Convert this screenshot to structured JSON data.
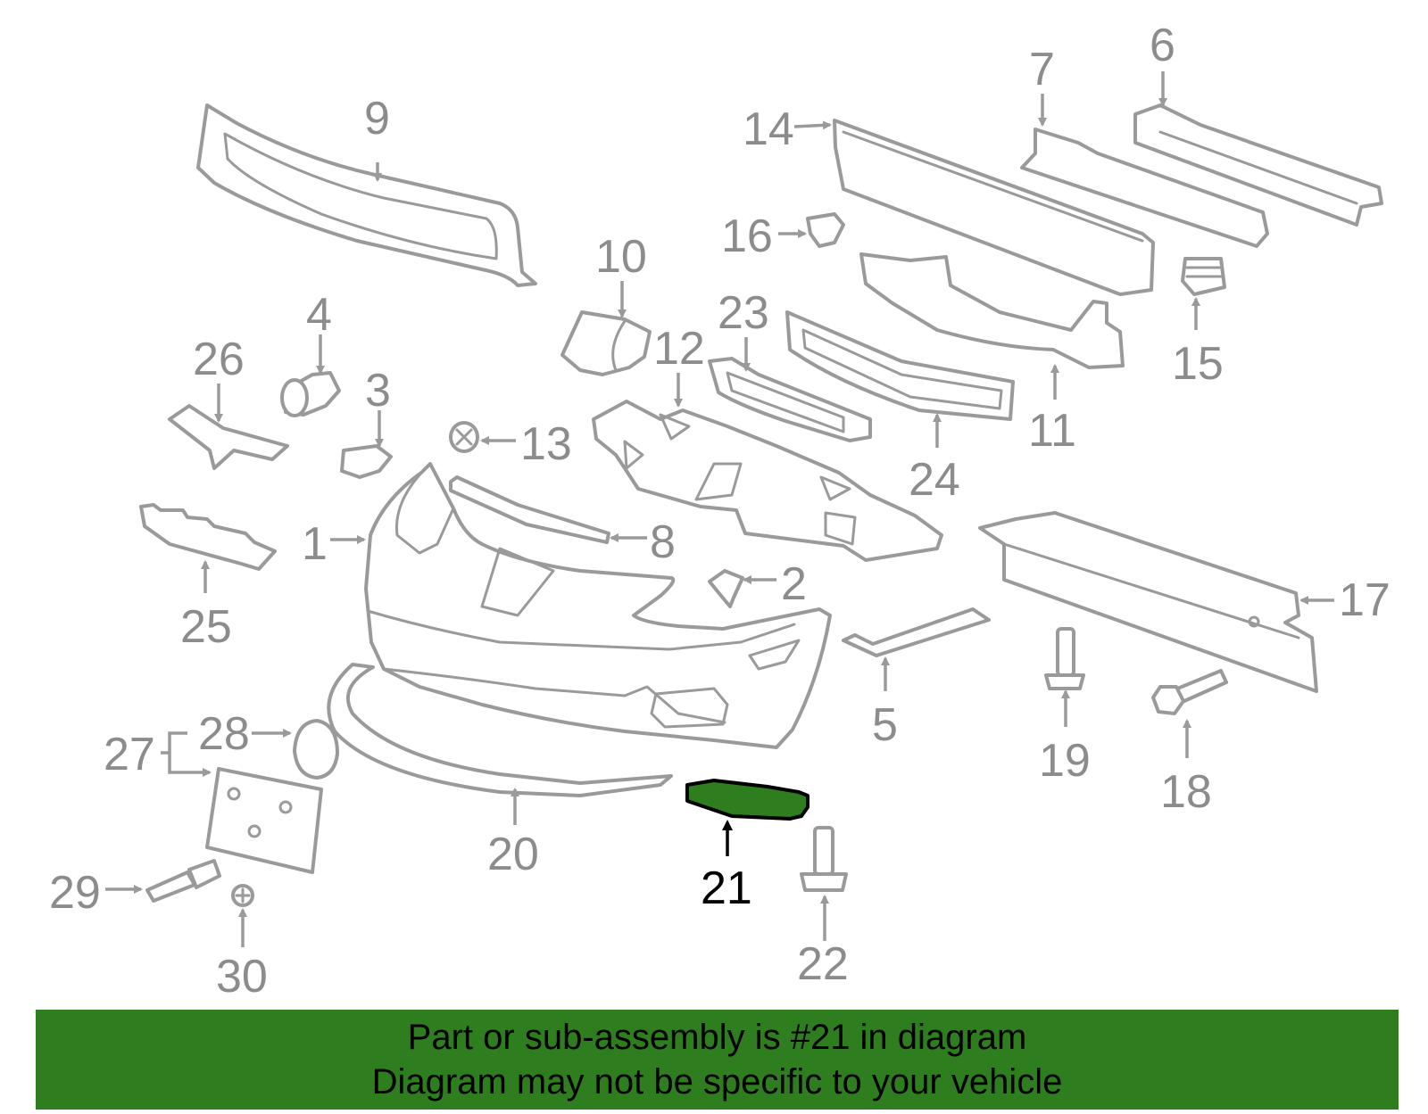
{
  "highlight_color": "#2e7d1e",
  "part_line_color": "#9a9a9a",
  "callouts": {
    "c1": "1",
    "c2": "2",
    "c3": "3",
    "c4": "4",
    "c5": "5",
    "c6": "6",
    "c7": "7",
    "c8": "8",
    "c9": "9",
    "c10": "10",
    "c11": "11",
    "c12": "12",
    "c13": "13",
    "c14": "14",
    "c15": "15",
    "c16": "16",
    "c17": "17",
    "c18": "18",
    "c19": "19",
    "c20": "20",
    "c21": "21",
    "c22": "22",
    "c23": "23",
    "c24": "24",
    "c25": "25",
    "c26": "26",
    "c27": "27",
    "c28": "28",
    "c29": "29",
    "c30": "30"
  },
  "banner": {
    "line1": "Part or sub-assembly is #21 in diagram",
    "line2": "Diagram may not be specific to your vehicle"
  }
}
